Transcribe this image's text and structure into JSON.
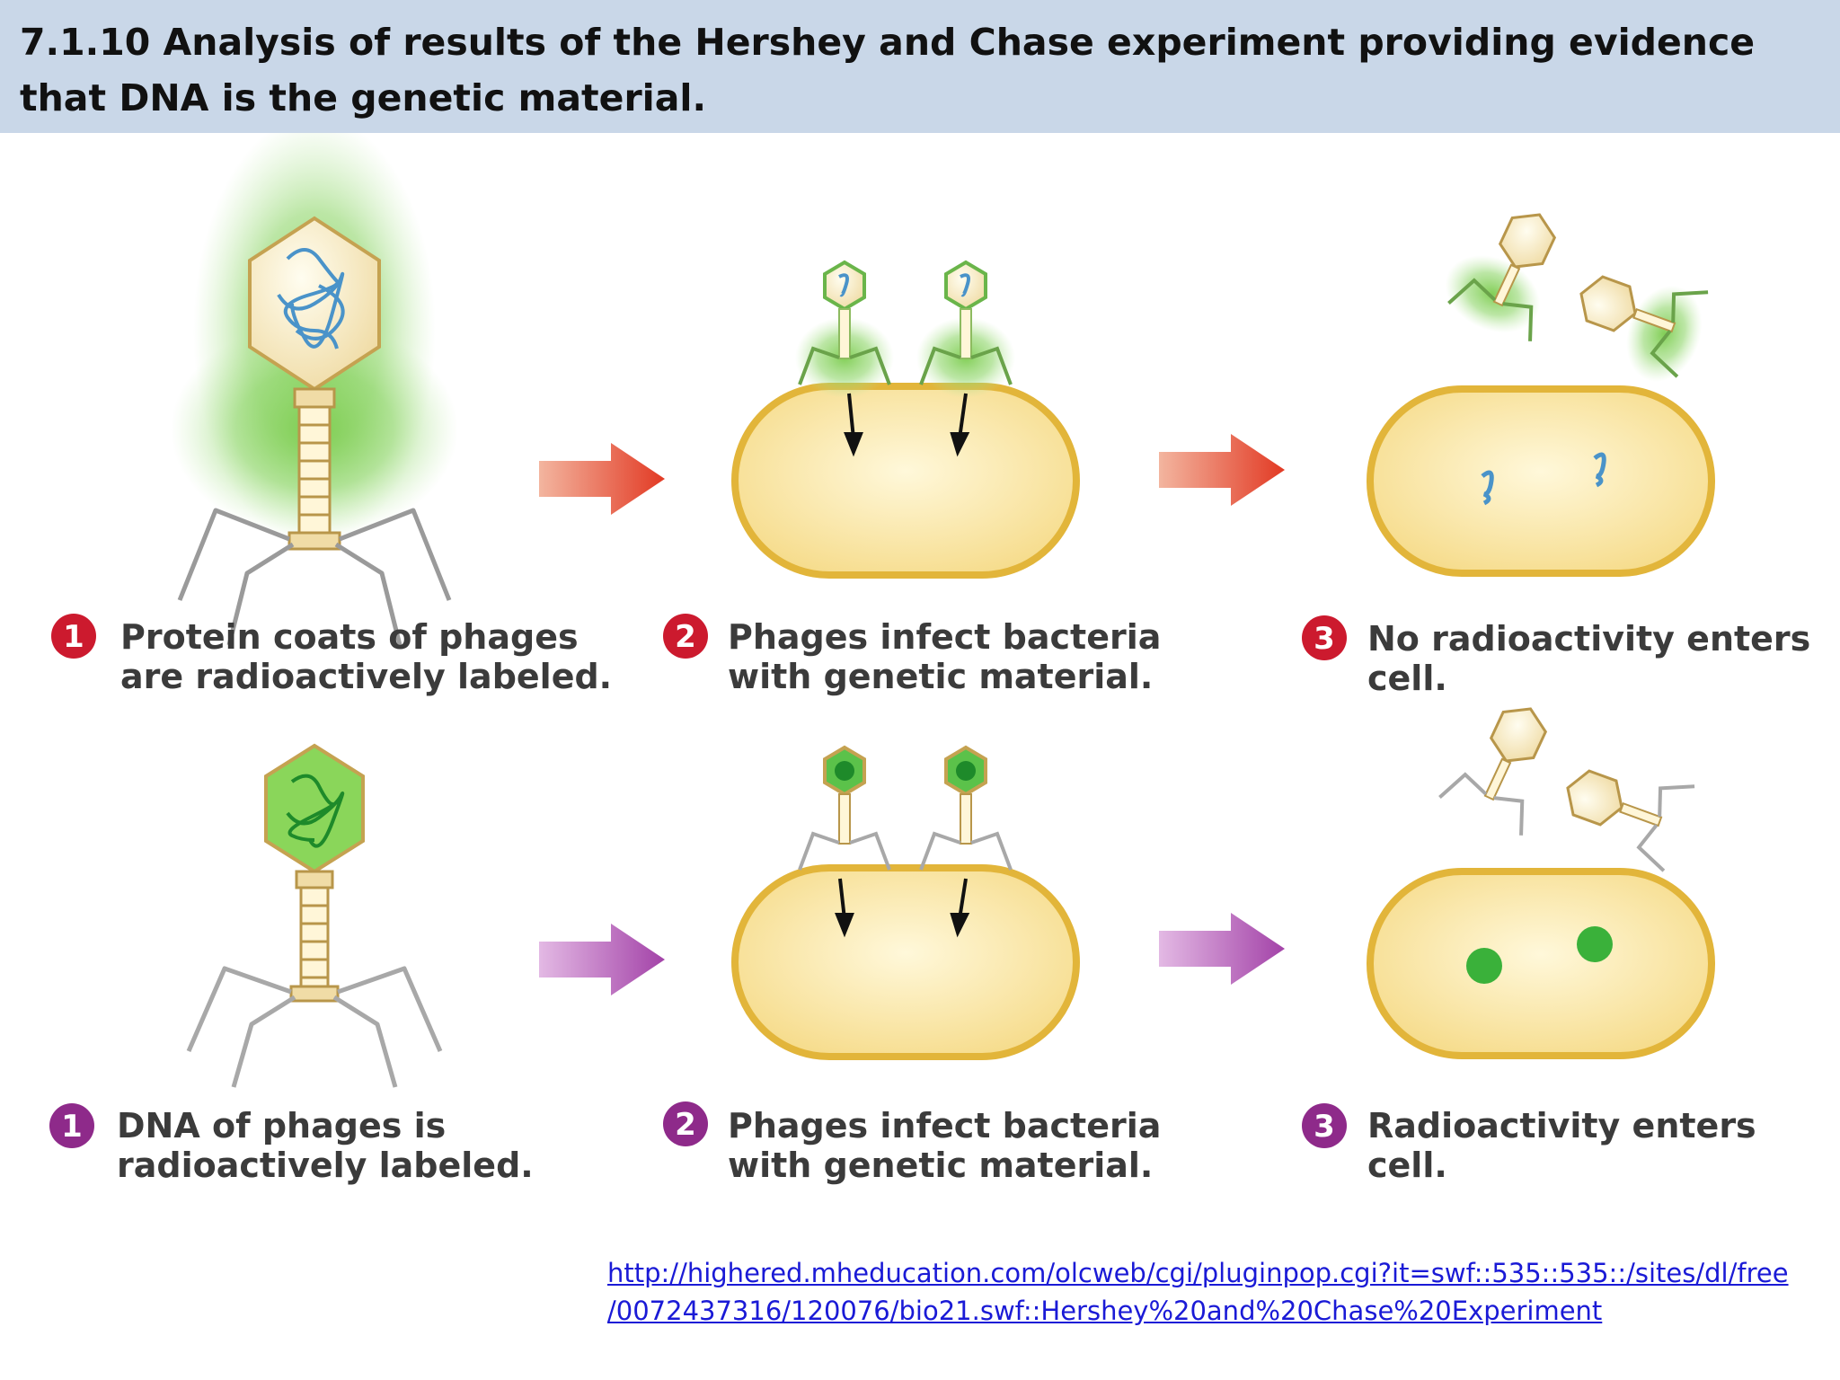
{
  "title": "7.1.10 Analysis of results of the Hershey and Chase experiment providing evidence that DNA is the genetic material.",
  "colors": {
    "title_bg": "#c9d7e8",
    "protein_label_glow": "#7ccc4e",
    "dna_label": "#3ab13a",
    "row1_step_badge": "#cc1a2e",
    "row2_step_badge": "#8e2a8a",
    "row1_arrow": "#e0452e",
    "row2_arrow": "#b054b4",
    "bacterium_fill": "#fbeaa8",
    "bacterium_outline": "#e2b53a"
  },
  "rows": [
    {
      "steps": [
        {
          "num": "1",
          "line1": "Protein coats of phages",
          "line2": "are radioactively labeled."
        },
        {
          "num": "2",
          "line1": "Phages infect bacteria",
          "line2": "with genetic material."
        },
        {
          "num": "3",
          "line1": "No radioactivity enters",
          "line2": "cell."
        }
      ]
    },
    {
      "steps": [
        {
          "num": "1",
          "line1": "DNA of phages is",
          "line2": "radioactively labeled."
        },
        {
          "num": "2",
          "line1": "Phages infect bacteria",
          "line2": "with genetic material."
        },
        {
          "num": "3",
          "line1": "Radioactivity enters",
          "line2": "cell."
        }
      ]
    }
  ],
  "source_link": {
    "line1": "http://highered.mheducation.com/olcweb/cgi/pluginpop.cgi?it=swf::535::535::/sites/dl/free",
    "line2": "/0072437316/120076/bio21.swf::Hershey%20and%20Chase%20Experiment"
  }
}
